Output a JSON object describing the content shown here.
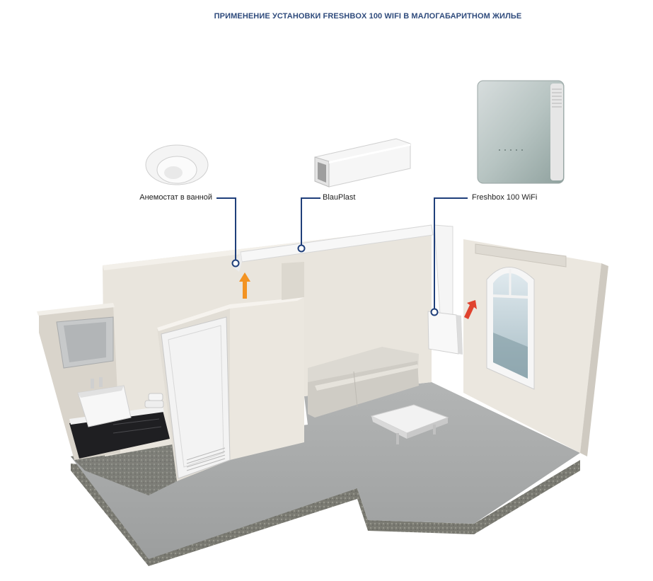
{
  "title": "ПРИМЕНЕНИЕ УСТАНОВКИ FRESHBOX 100 WIFI В МАЛОГАБАРИТНОМ ЖИЛЬЕ",
  "labels": {
    "anemostat": "Анемостат в ванной",
    "blauplast": "BlauPlast",
    "freshbox": "Freshbox 100 WiFi"
  },
  "colors": {
    "title": "#2f4b7c",
    "callout_line": "#1f3f7a",
    "arrow_supply": "#f39322",
    "arrow_exhaust": "#e0432f",
    "wall": "#e8e4dc",
    "floor": "#a9abab"
  },
  "icons": {
    "anemostat": "ceiling-diffuser-icon",
    "blauplast": "rectangular-duct-icon",
    "freshbox": "ventilation-unit-icon"
  }
}
